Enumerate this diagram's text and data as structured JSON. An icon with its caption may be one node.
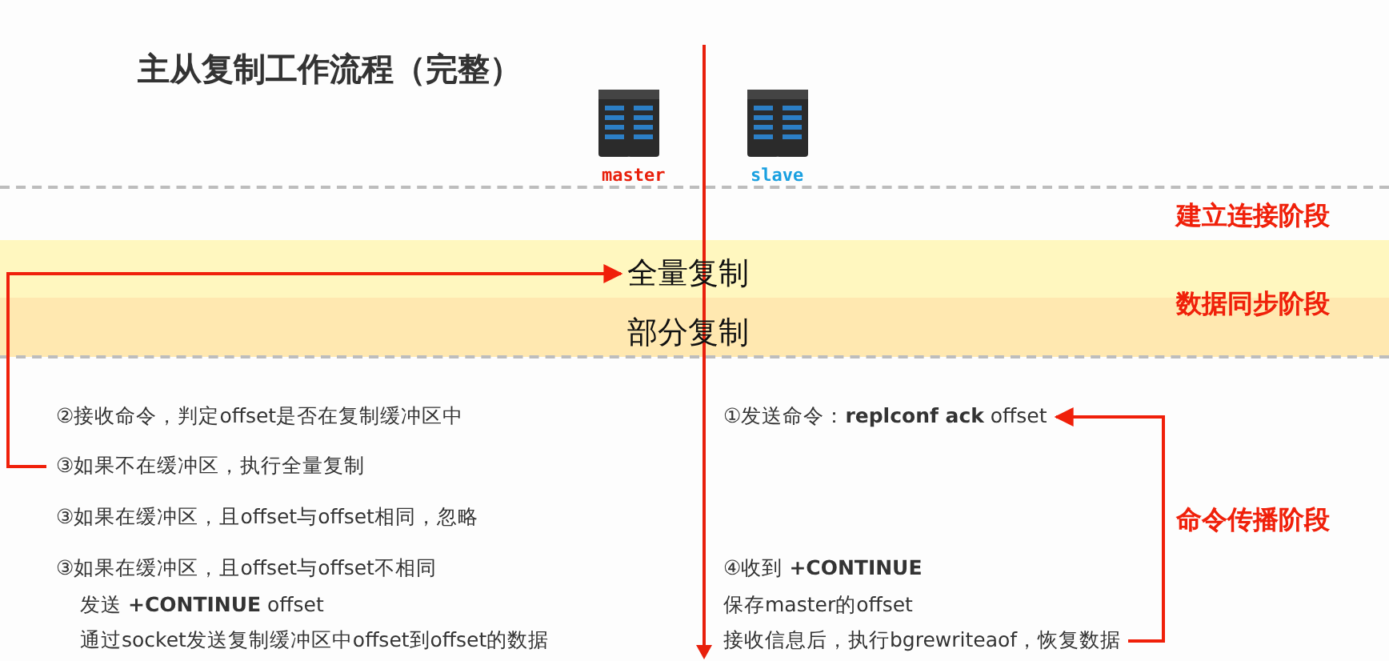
{
  "diagram": {
    "title": "主从复制工作流程（完整）",
    "nodes": [
      {
        "text": [
          "全量复制"
        ]
      },
      {
        "text": [
          "部分复制"
        ]
      },
      {
        "text": [
          "③如果不在缓冲区，执行全量复制"
        ]
      },
      {
        "text": [
          "①发送命令：**replconf ack** offset"
        ]
      },
      {
        "text": [
          "接收信息后，执行bgrewriteaof，恢复数据"
        ]
      }
    ],
    "edges": [
      {
        "from": 2,
        "to": 0,
        "arrow": "to"
      },
      {
        "from": 4,
        "to": 3,
        "arrow": "to"
      }
    ],
    "labels": [
      "master",
      "slave",
      "建立连接阶段",
      "数据同步阶段",
      "②接收命令，判定offset是否在复制缓冲区中",
      "③如果在缓冲区，且offset与offset相同，忽略",
      "③如果在缓冲区，且offset与offset不相同",
      "发送 **+CONTINUE** offset",
      "通过socket发送复制缓冲区中offset到offset的数据",
      "命令传播阶段",
      "④收到 **+CONTINUE**",
      "保存master的offset"
    ]
  }
}
